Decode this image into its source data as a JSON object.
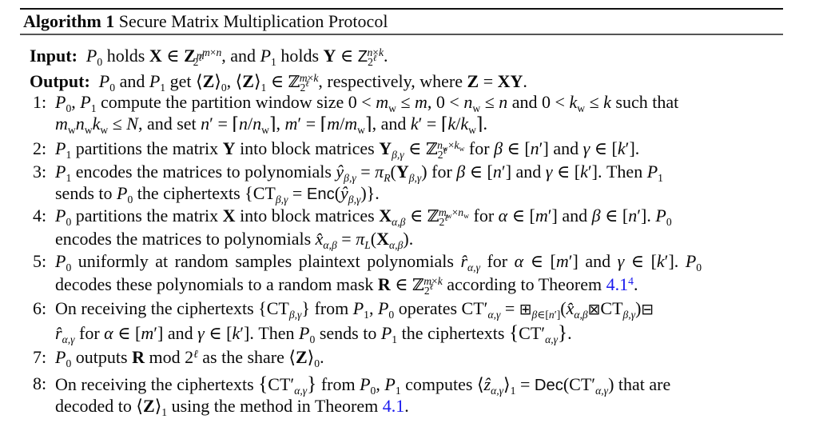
{
  "algorithm": {
    "label": "Algorithm 1",
    "title": "Secure Matrix Multiplication Protocol"
  },
  "input": {
    "label": "Input:",
    "text": "P0 holds X ∈ Z_{2^ℓ}^{m×n}, and P1 holds Y ∈ Z_{2^ℓ}^{n×k}."
  },
  "output": {
    "label": "Output:",
    "text": "P0 and P1 get ⟨Z⟩0, ⟨Z⟩1 ∈ ℤ_{2^ℓ}^{m×k}, respectively, where Z = XY."
  },
  "steps": [
    {
      "num": "1:",
      "text": "P0, P1 compute the partition window size 0 < mw ≤ m, 0 < nw ≤ n and 0 < kw ≤ k such that mw nw kw ≤ N, and set n′ = ⌈n/nw⌉, m′ = ⌈m/mw⌉, and k′ = ⌈k/kw⌉."
    },
    {
      "num": "2:",
      "text": "P1 partitions the matrix Y into block matrices Y_{β,γ} ∈ ℤ_{2^ℓ}^{nw×kw} for β ∈ [n′] and γ ∈ [k′]."
    },
    {
      "num": "3:",
      "text": "P1 encodes the matrices to polynomials ŷ_{β,γ} = π_R(Y_{β,γ}) for β ∈ [n′] and γ ∈ [k′]. Then P1 sends to P0 the ciphertexts {CT_{β,γ} = Enc(ŷ_{β,γ})}."
    },
    {
      "num": "4:",
      "text": "P0 partitions the matrix X into block matrices X_{α,β} ∈ ℤ_{2^ℓ}^{mw×nw} for α ∈ [m′] and β ∈ [n′]. P0 encodes the matrices to polynomials x̂_{α,β} = π_L(X_{α,β})."
    },
    {
      "num": "5:",
      "text": "P0 uniformly at random samples plaintext polynomials r̂_{α,γ} for α ∈ [m′] and γ ∈ [k′]. P0 decodes these polynomials to a random mask R ∈ ℤ_{2^ℓ}^{m×k} according to Theorem 4.1^4."
    },
    {
      "num": "6:",
      "text": "On receiving the ciphertexts {CT_{β,γ}} from P1, P0 operates CT′_{α,γ} = ⊞_{β∈[n′]}(x̂_{α,β} ⊠ CT_{β,γ}) ⊟ r̂_{α,γ} for α ∈ [m′] and γ ∈ [k′]. Then P0 sends to P1 the ciphertexts {CT′_{α,γ}}."
    },
    {
      "num": "7:",
      "text": "P0 outputs R mod 2^ℓ as the share ⟨Z⟩0."
    },
    {
      "num": "8:",
      "text": "On receiving the ciphertexts {CT′_{α,γ}} from P0, P1 computes ⟨ẑ_{α,γ}⟩1 = Dec(CT′_{α,γ}) that are decoded to ⟨Z⟩1 using the method in Theorem 4.1."
    }
  ],
  "words": {
    "holds": "holds",
    "and": "and",
    "get": "get",
    "respectively_where": ", respectively, where",
    "s1a": "compute the partition window size",
    "such_that": "such that",
    "and_set": ", and set",
    "comma_and": ", and",
    "s2a": "partitions the matrix",
    "s2b": "into block matrices",
    "for": "for",
    "s3a": "encodes the matrices to polynomials",
    "then": ". Then",
    "s3b": "sends to",
    "the_ciphertexts": "the ciphertexts",
    "s4b": "encodes the matrices to polynomials",
    "s5a": "uniformly at random samples plaintext polynomials",
    "s5b": "decodes these polynomials to a random mask",
    "according": "according to Theorem",
    "s6a": "On receiving the ciphertexts",
    "from": "from",
    "operates": "operates",
    "sends_to": "sends to",
    "s7a": "outputs",
    "mod": "mod",
    "as_share": "as the share",
    "computes": "computes",
    "that_are": "that are",
    "decoded_to": "decoded to",
    "using_method": "using the method in Theorem",
    "enc": "Enc",
    "dec": "Dec"
  },
  "links": {
    "theorem_ref": "4.1",
    "footnote": "4"
  },
  "colors": {
    "text": "#0a0a0a",
    "link": "#1a1aee",
    "rule": "#111111"
  }
}
